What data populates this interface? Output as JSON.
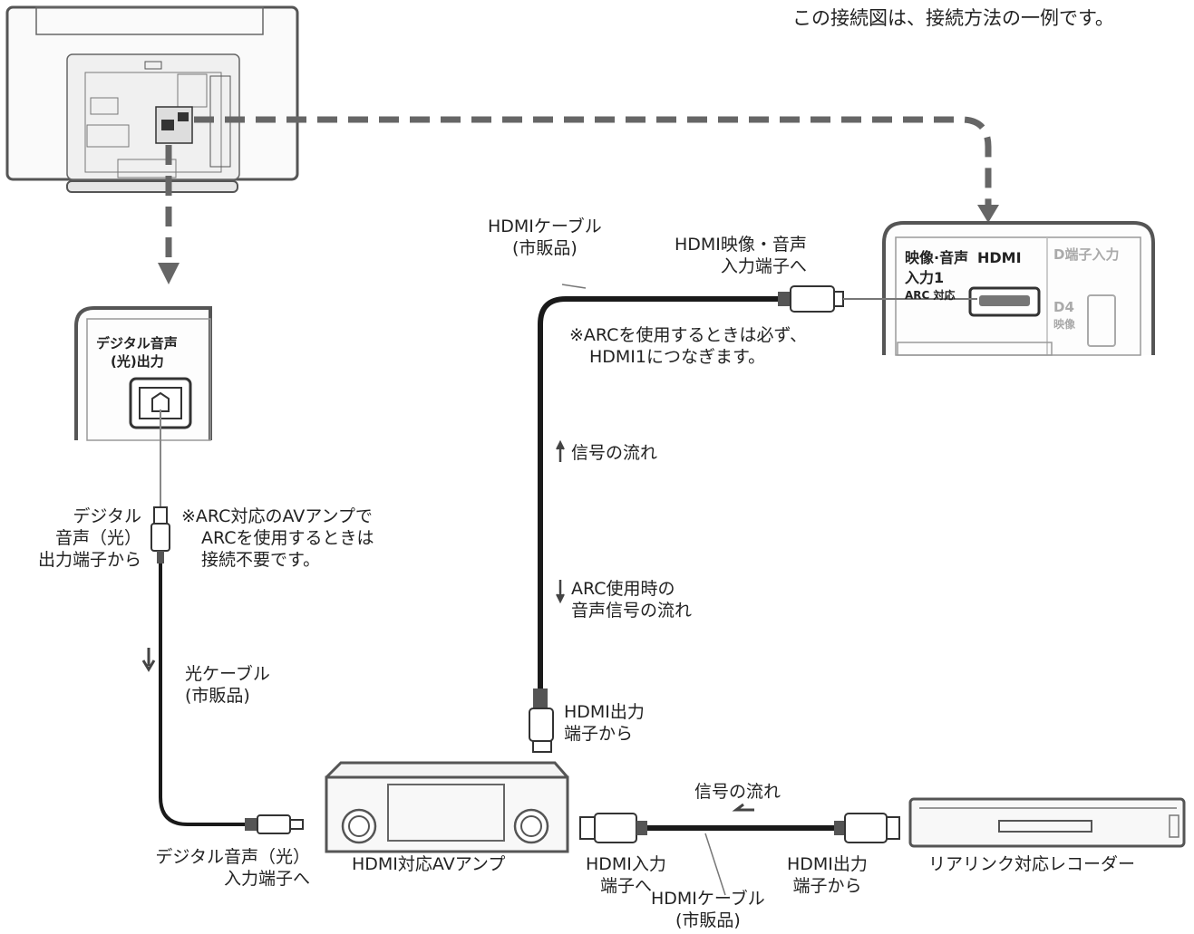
{
  "note": "この接続図は、接続方法の一例です。",
  "tv_hdmi_panel": {
    "label1": "映像·音声",
    "label2": "入力1",
    "label3": "ARC 対応",
    "logo": "HDMI",
    "d_label": "D端子入力",
    "d4_label": "D4",
    "video_label": "映像"
  },
  "optical_panel": {
    "label1": "デジタル音声",
    "label2": "(光)出力"
  },
  "labels": {
    "hdmi_cable_top_1": "HDMIケーブル",
    "hdmi_cable_top_2": "(市販品)",
    "hdmi_in_1": "HDMI映像・音声",
    "hdmi_in_2": "入力端子へ",
    "arc_note_1": "※ARCを使用するときは必ず、",
    "arc_note_2": "HDMI1につなぎます。",
    "signal_flow": "信号の流れ",
    "arc_flow_1": "ARC使用時の",
    "arc_flow_2": "音声信号の流れ",
    "hdmi_out_amp_1": "HDMI出力",
    "hdmi_out_amp_2": "端子から",
    "opt_out_1": "デジタル",
    "opt_out_2": "音声（光）",
    "opt_out_3": "出力端子から",
    "opt_note_1": "※ARC対応のAVアンプで",
    "opt_note_2": "ARCを使用するときは",
    "opt_note_3": "接続不要です。",
    "opt_cable_1": "光ケーブル",
    "opt_cable_2": "(市販品)",
    "opt_in_1": "デジタル音声（光）",
    "opt_in_2": "入力端子へ",
    "amp_name": "HDMI対応AVアンプ",
    "hdmi_in_amp_1": "HDMI入力",
    "hdmi_in_amp_2": "端子へ",
    "hdmi_cable_bottom_1": "HDMIケーブル",
    "hdmi_cable_bottom_2": "(市販品)",
    "signal_flow_bottom": "信号の流れ",
    "hdmi_out_rec_1": "HDMI出力",
    "hdmi_out_rec_2": "端子から",
    "recorder_name": "リアリンク対応レコーダー"
  },
  "colors": {
    "line": "#333333",
    "cable": "#1a1a1a",
    "panel": "#5a5a5a",
    "device_fill": "#f2f2f2"
  }
}
